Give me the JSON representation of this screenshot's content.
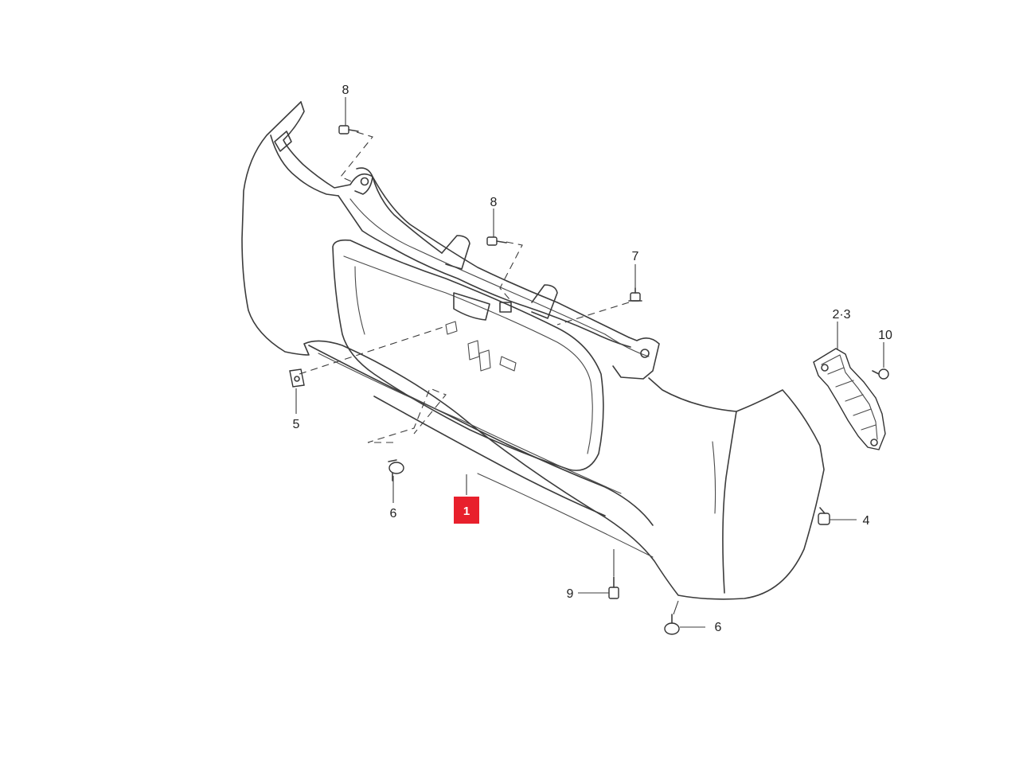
{
  "callouts": {
    "c1": "1",
    "c23": "2·3",
    "c4": "4",
    "c5": "5",
    "c6a": "6",
    "c6b": "6",
    "c7": "7",
    "c8a": "8",
    "c8b": "8",
    "c9": "9",
    "c10": "10"
  },
  "colors": {
    "highlight": "#e8202c",
    "line": "#3c3c3c",
    "background": "#ffffff"
  }
}
